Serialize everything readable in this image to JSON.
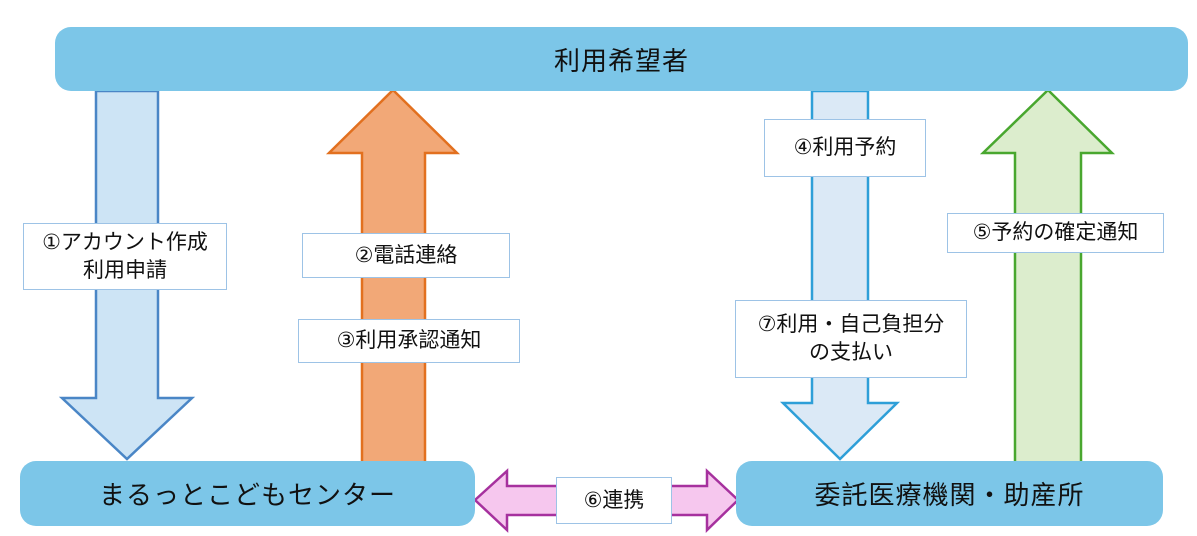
{
  "nodes": {
    "applicant": {
      "label": "利用希望者"
    },
    "center": {
      "label": "まるっとこどもセンター"
    },
    "clinic": {
      "label": "委託医療機関・助産所"
    }
  },
  "steps": {
    "step1": {
      "line1": "①アカウント作成",
      "line2": "利用申請"
    },
    "step2": {
      "label": "②電話連絡"
    },
    "step3": {
      "label": "③利用承認通知"
    },
    "step4": {
      "label": "④利用予約"
    },
    "step5": {
      "label": "⑤予約の確定通知"
    },
    "step6": {
      "label": "⑥連携"
    },
    "step7": {
      "line1": "⑦利用・自己負担分",
      "line2": "の支払い"
    }
  },
  "arrows": {
    "account_application": {
      "direction": "down",
      "from": "利用希望者",
      "to": "まるっとこどもセンター"
    },
    "phone_and_approval": {
      "direction": "up",
      "from": "まるっとこどもセンター",
      "to": "利用希望者"
    },
    "reservation_payment": {
      "direction": "down",
      "from": "利用希望者",
      "to": "委託医療機関・助産所"
    },
    "confirmation_notice": {
      "direction": "up",
      "from": "委託医療機関・助産所",
      "to": "利用希望者"
    },
    "cooperation": {
      "direction": "double",
      "from": "まるっとこどもセンター",
      "to": "委託医療機関・助産所"
    }
  },
  "colors": {
    "node_fill": "#7cc6e8",
    "text": "#111111",
    "label_box_bg": "#ffffff",
    "label_box_border": "#9dc3e6",
    "blue_arrow_fill": "#cde4f5",
    "blue_arrow_stroke": "#4a86c6",
    "cyan_arrow_fill": "#dbe9f6",
    "cyan_arrow_stroke": "#2e9fd8",
    "orange_arrow_fill": "#f2a877",
    "orange_arrow_stroke": "#e2701f",
    "green_arrow_fill": "#dcedcd",
    "green_arrow_stroke": "#49a72f",
    "pink_arrow_fill": "#f6c7ee",
    "pink_arrow_stroke": "#a6319e"
  }
}
